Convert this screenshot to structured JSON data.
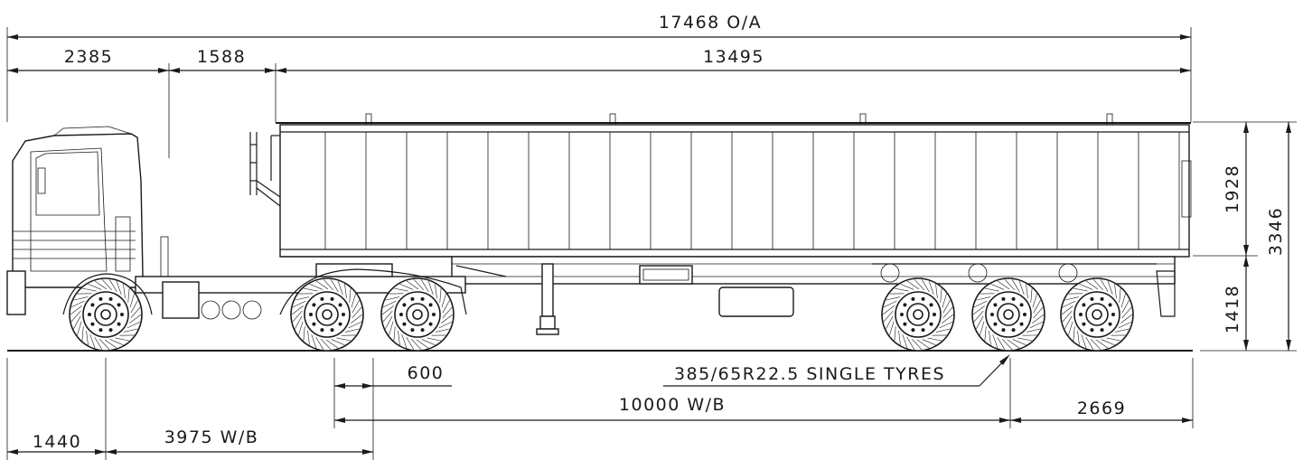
{
  "dimensions": {
    "overall_length": "17468 O/A",
    "front_overhang_to_kingpin": "2385",
    "kingpin_to_trailer_front": "1588",
    "trailer_length": "13495",
    "body_height": "1928",
    "chassis_height": "1418",
    "overall_height": "3346",
    "tractor_front_overhang": "1440",
    "tractor_wheelbase": "3975 W/B",
    "fifth_wheel_offset": "600",
    "trailer_wheelbase": "10000 W/B",
    "trailer_rear_overhang": "2669"
  },
  "annotations": {
    "tyre_spec": "385/65R22.5 SINGLE TYRES"
  }
}
